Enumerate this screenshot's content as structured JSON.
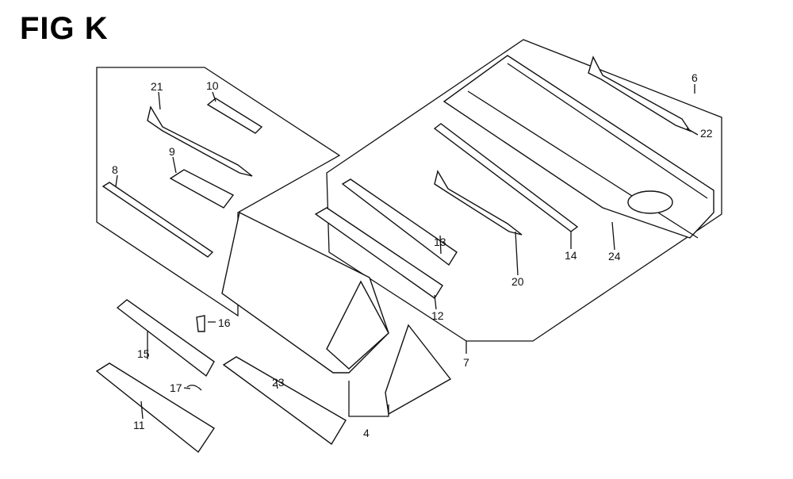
{
  "title": "FIG K",
  "callouts": {
    "c21": "21",
    "c10": "10",
    "c9": "9",
    "c8": "8",
    "c16": "16",
    "c15": "15",
    "c17": "17",
    "c11": "11",
    "c23": "23",
    "c4": "4",
    "c13": "13",
    "c12": "12",
    "c20": "20",
    "c14": "14",
    "c24": "24",
    "c7": "7",
    "c6": "6",
    "c22": "22"
  }
}
